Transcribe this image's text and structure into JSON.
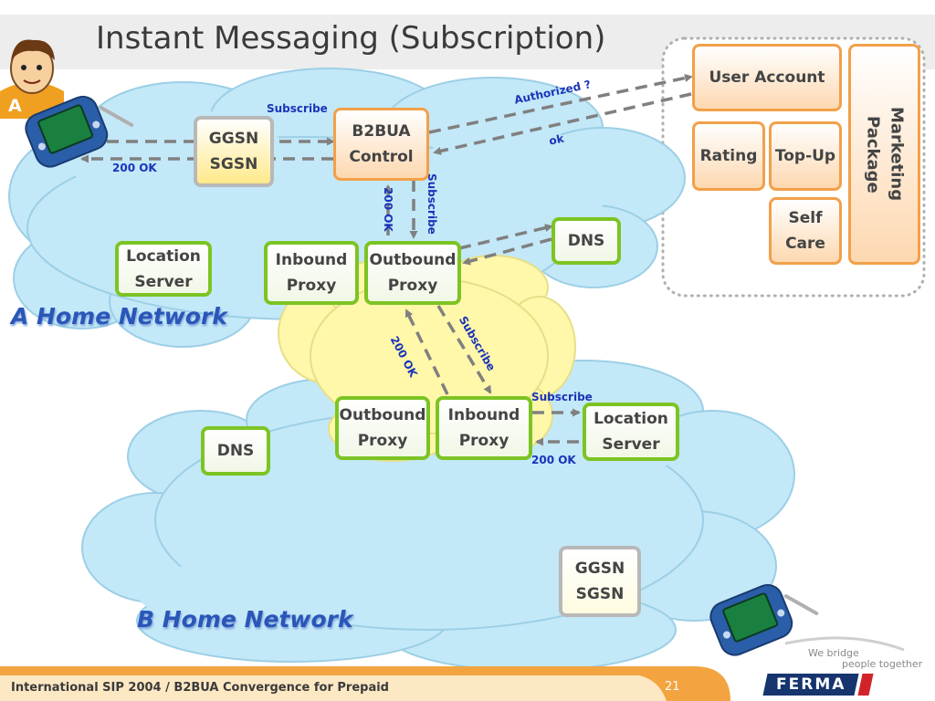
{
  "title": "Instant Messaging (Subscription)",
  "networks": {
    "a": "A Home Network",
    "b": "B Home Network"
  },
  "user_label": "A",
  "nodes": {
    "ggsn_a": [
      "GGSN",
      "SGSN"
    ],
    "b2bua": [
      "B2BUA",
      "Control"
    ],
    "location_a": [
      "Location",
      "Server"
    ],
    "inbound_a": [
      "Inbound",
      "Proxy"
    ],
    "outbound_a": [
      "Outbound",
      "Proxy"
    ],
    "dns_a": [
      "DNS"
    ],
    "outbound_b": [
      "Outbound",
      "Proxy"
    ],
    "inbound_b": [
      "Inbound",
      "Proxy"
    ],
    "location_b": [
      "Location",
      "Server"
    ],
    "dns_b": [
      "DNS"
    ],
    "ggsn_b": [
      "GGSN",
      "SGSN"
    ]
  },
  "billing": {
    "user_account": "User Account",
    "rating": "Rating",
    "topup": "Top-Up",
    "self_care": [
      "Self",
      "Care"
    ],
    "marketing": [
      "Marketing",
      "Package"
    ]
  },
  "labels": {
    "subscribe_top": "Subscribe",
    "ok200_left": "200 OK",
    "authorized": "Authorized ?",
    "ok_small": "ok",
    "ok200_vert": "200 OK",
    "subscribe_vert": "Subscribe",
    "ok200_diag": "200 OK",
    "subscribe_diag": "Subscribe",
    "subscribe_right": "Subscribe",
    "ok200_right": "200 OK"
  },
  "footer": {
    "text": "International SIP 2004 / B2BUA Convergence for Prepaid",
    "page": "21",
    "slogan_line1": "We bridge",
    "slogan_line2": "people together",
    "logo": "FERMA"
  },
  "colors": {
    "node_border": "#7cc423",
    "billing_border": "#f2a04a",
    "arrow": "#808080",
    "label_blue": "#1a34b8",
    "network_blue": "#2a56b8",
    "cloud_blue": "#bfe6f7",
    "cloud_yellow": "#fff6a6"
  },
  "icons": [
    "user-avatar-icon",
    "pda-device-icon"
  ]
}
